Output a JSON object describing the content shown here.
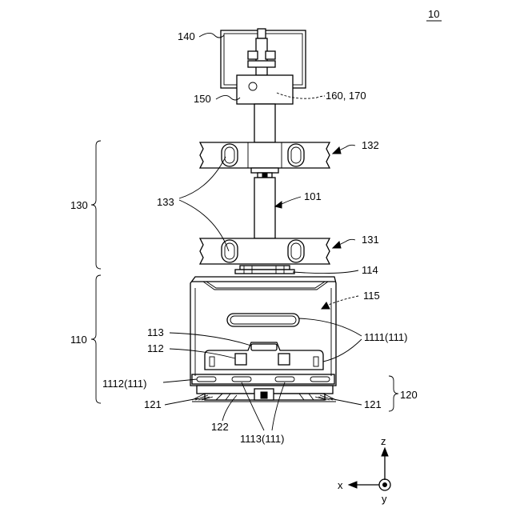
{
  "figure_number": "10",
  "labels": {
    "l140": "140",
    "l150": "150",
    "l160": "160, 170",
    "l132": "132",
    "l130": "130",
    "l133": "133",
    "l101": "101",
    "l131": "131",
    "l114": "114",
    "l115": "115",
    "l113": "113",
    "l112": "112",
    "l1111": "1111(111)",
    "l110": "110",
    "l1112": "1112(111)",
    "l120": "120",
    "l121a": "121",
    "l121b": "121",
    "l122": "122",
    "l1113": "1113(111)"
  },
  "axes": {
    "z": "z",
    "x": "x",
    "y": "y"
  }
}
